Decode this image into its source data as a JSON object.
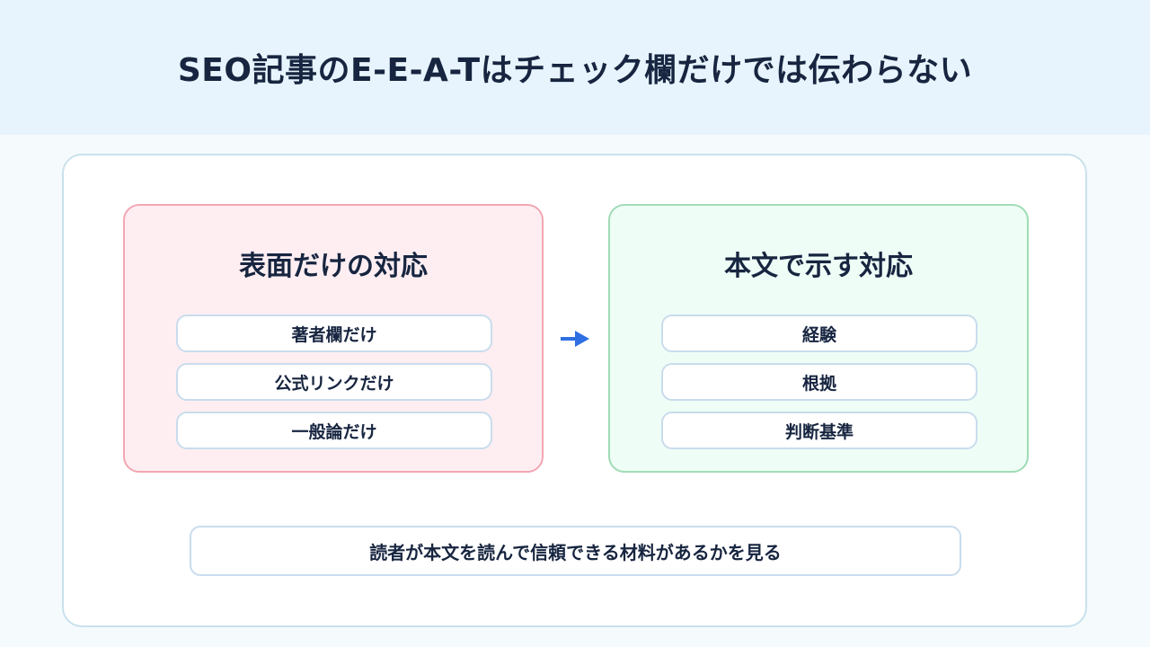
{
  "header": {
    "title": "SEO記事のE-E-A-Tはチェック欄だけでは伝わらない"
  },
  "left_card": {
    "title": "表面だけの対応",
    "items": [
      "著者欄だけ",
      "公式リンクだけ",
      "一般論だけ"
    ]
  },
  "right_card": {
    "title": "本文で示す対応",
    "items": [
      "経験",
      "根拠",
      "判断基準"
    ]
  },
  "footer": {
    "text": "読者が本文を読んで信頼できる材料があるかを見る"
  },
  "colors": {
    "header_bg": "#e7f4fd",
    "left_card_bg": "#feeef2",
    "left_card_border": "#f2a6b2",
    "right_card_bg": "#eefdf6",
    "right_card_border": "#9fdcb5",
    "arrow": "#2f6fe4",
    "text": "#172540"
  },
  "icons": {
    "connector": "arrow-right-icon"
  }
}
